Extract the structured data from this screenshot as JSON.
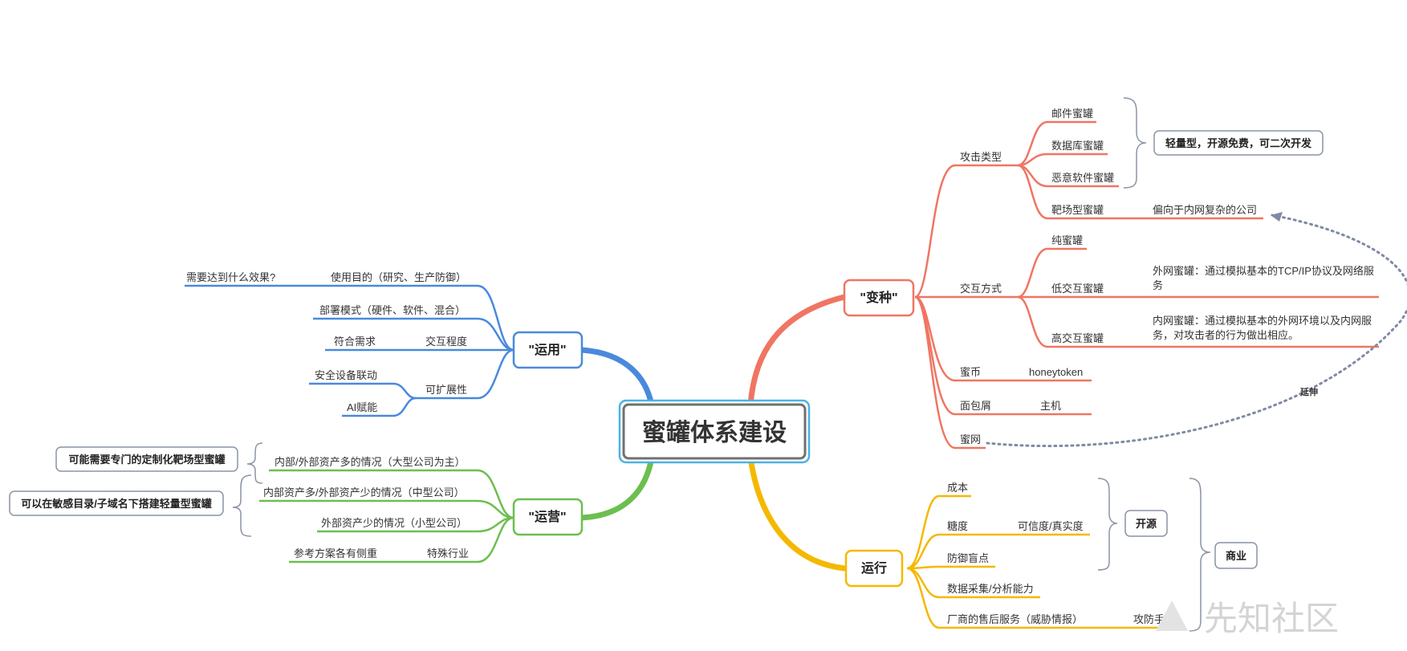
{
  "root": {
    "label": "蜜罐体系建设"
  },
  "branches": {
    "variant": {
      "label": "\"变种\"",
      "color": "#f07563",
      "attack_type": {
        "label": "攻击类型",
        "items": [
          "邮件蜜罐",
          "数据库蜜罐",
          "恶意软件蜜罐",
          "靶场型蜜罐"
        ],
        "summary": "轻量型，开源免费，可二次开发",
        "range_note": "偏向于内网复杂的公司"
      },
      "interaction": {
        "label": "交互方式",
        "items": [
          "纯蜜罐",
          "低交互蜜罐",
          "高交互蜜罐"
        ],
        "low_note_1": "外网蜜罐：通过模拟基本的TCP/IP协议及网络服",
        "low_note_2": "务",
        "high_note_1": "内网蜜罐：通过模拟基本的外网环境以及内网服",
        "high_note_2": "务，对攻击者的行为做出相应。"
      },
      "token": {
        "label": "蜜币",
        "child": "honeytoken"
      },
      "crumb": {
        "label": "面包屑",
        "child": "主机"
      },
      "net": {
        "label": "蜜网"
      },
      "extend_label": "延伸"
    },
    "usage": {
      "label": "\"运用\"",
      "color": "#4a89dc",
      "purpose": {
        "label": "使用目的（研究、生产防御）",
        "child": "需要达到什么效果?"
      },
      "deploy": {
        "label": "部署模式（硬件、软件、混合）"
      },
      "interact": {
        "label": "交互程度",
        "child": "符合需求"
      },
      "scalable": {
        "label": "可扩展性",
        "children": [
          "安全设备联动",
          "AI赋能"
        ]
      }
    },
    "operation": {
      "label": "\"运营\"",
      "color": "#6cbf4f",
      "items": [
        "内部/外部资产多的情况（大型公司为主）",
        "内部资产多/外部资产少的情况（中型公司）",
        "外部资产少的情况（小型公司）"
      ],
      "special": {
        "label": "特殊行业",
        "child": "参考方案各有侧重"
      },
      "summary_1": "可能需要专门的定制化靶场型蜜罐",
      "summary_2": "可以在敏感目录/子域名下搭建轻量型蜜罐"
    },
    "running": {
      "label": "运行",
      "color": "#f5b800",
      "items": [
        "成本",
        "糖度",
        "防御盲点",
        "数据采集/分析能力",
        "厂商的售后服务（威胁情报）"
      ],
      "trust": "可信度/真实度",
      "manual": "攻防手册",
      "open_source": "开源",
      "business": "商业"
    }
  },
  "watermark": "先知社区"
}
